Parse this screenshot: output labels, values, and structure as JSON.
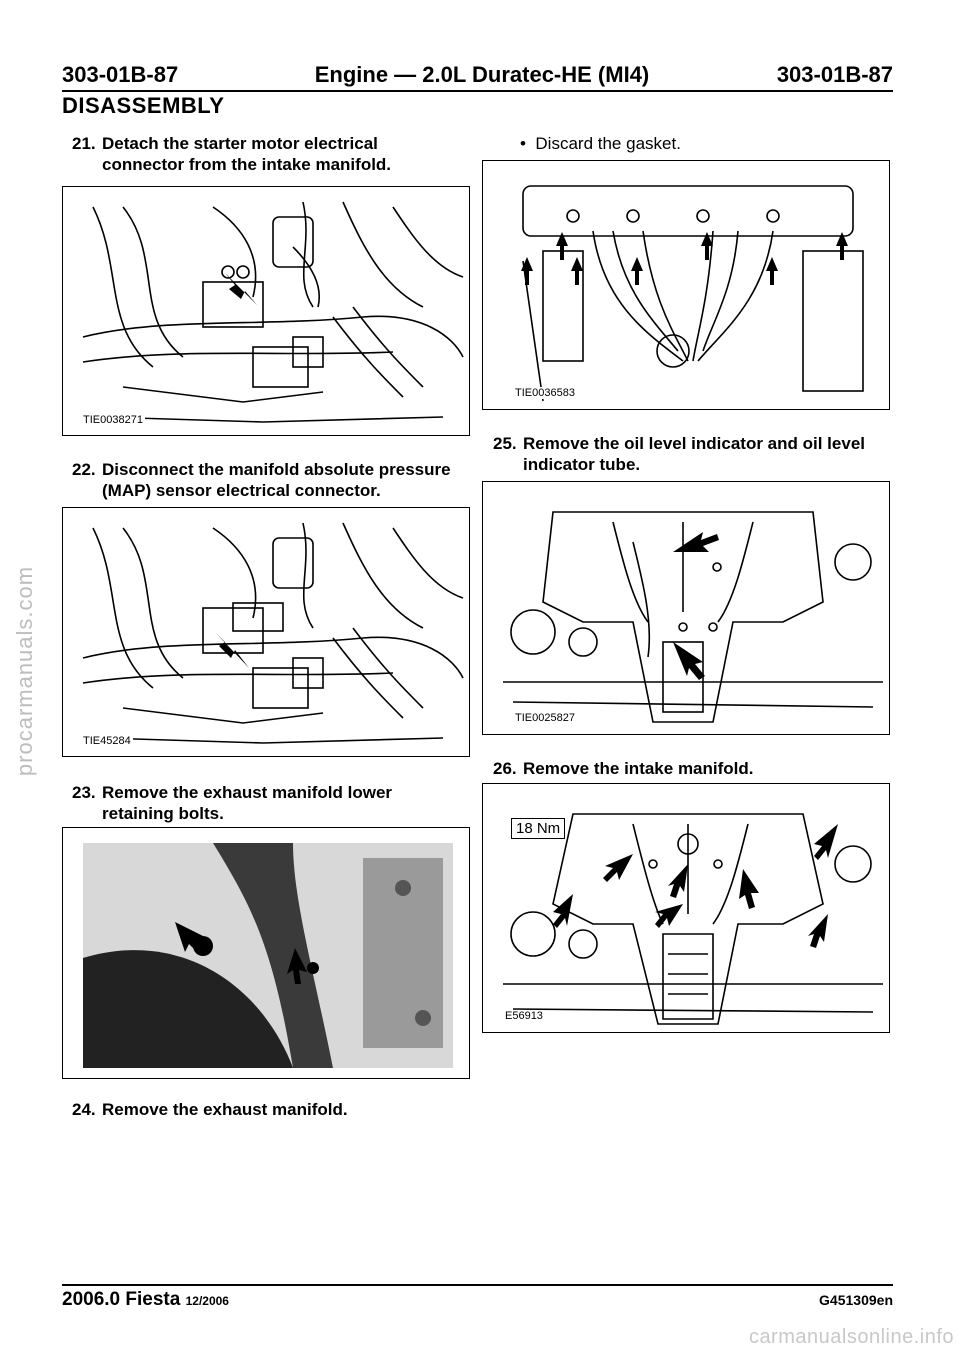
{
  "header": {
    "left_code": "303-01B-87",
    "title": "Engine — 2.0L Duratec-HE (MI4)",
    "right_code": "303-01B-87"
  },
  "section": "DISASSEMBLY",
  "steps": [
    {
      "num": "21.",
      "line1": "Detach the starter motor electrical",
      "line2": "connector from the intake manifold.",
      "figure_id": "TIE0038271"
    },
    {
      "num": "22.",
      "line1": "Disconnect the manifold absolute pressure",
      "line2": "(MAP) sensor electrical connector.",
      "figure_id": "TIE45284"
    },
    {
      "num": "23.",
      "line1": "Remove the exhaust manifold lower",
      "line2": "retaining bolts."
    },
    {
      "num": "24.",
      "line1": "Remove the exhaust manifold."
    },
    {
      "bullet": "Discard the gasket.",
      "figure_id": "TIE0036583"
    },
    {
      "num": "25.",
      "line1": "Remove the oil level indicator and oil level",
      "line2": "indicator tube.",
      "figure_id": "TIE0025827"
    },
    {
      "num": "26.",
      "line1": "Remove the intake manifold.",
      "figure_id": "E56913",
      "torque": "18 Nm"
    }
  ],
  "footer": {
    "model": "2006.0 Fiesta",
    "date": "12/2006",
    "code": "G451309en"
  },
  "watermarks": {
    "side": "procarmanuals.com",
    "bottom": "carmanualsonline.info"
  }
}
